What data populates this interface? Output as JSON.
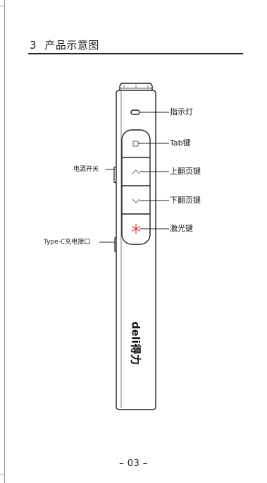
{
  "section": {
    "number": "3",
    "title": "产品示意图"
  },
  "callouts": {
    "indicator": "指示灯",
    "tab_key": "Tab键",
    "page_up": "上翻页键",
    "page_down": "下翻页键",
    "laser": "激光键",
    "power_switch": "电源开关",
    "usb_port": "Type-C充电接口"
  },
  "logo": {
    "text": "deli得力"
  },
  "icons": {
    "tab": "square-icon",
    "up": "chevron-up-icon",
    "down": "chevron-down-icon",
    "laser": "asterisk-icon"
  },
  "colors": {
    "laser_icon": "#e53935",
    "line": "#222222"
  },
  "page_number": "– 03 –"
}
